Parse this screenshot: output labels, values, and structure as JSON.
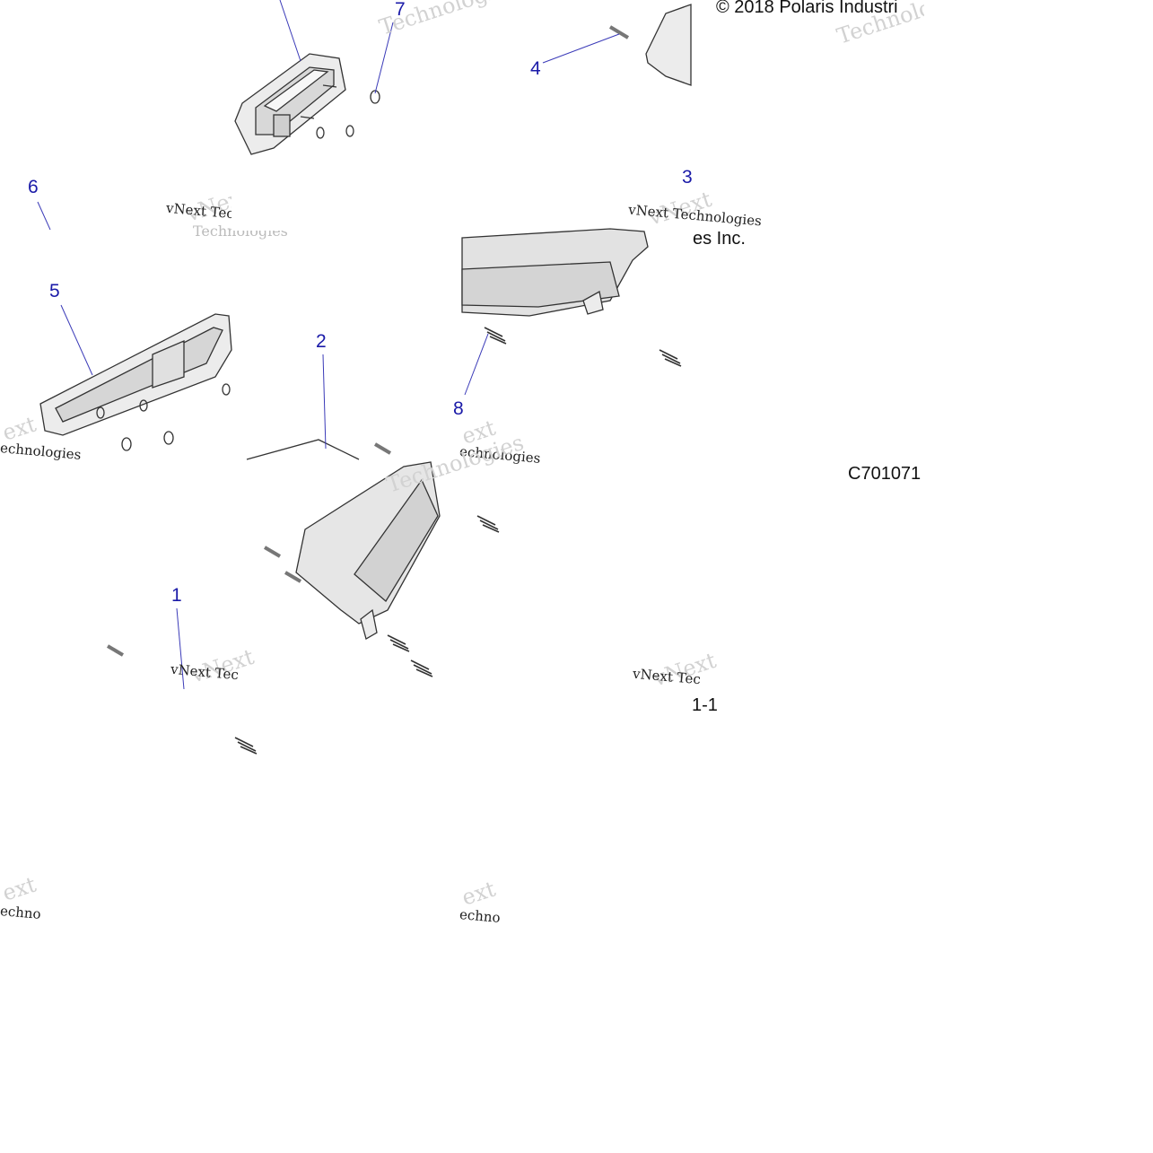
{
  "callouts": [
    "1",
    "2",
    "3",
    "4",
    "5",
    "6",
    "7",
    "8"
  ],
  "copyright": "© 2018 Polaris Industri",
  "copyright_fragment": "es Inc.",
  "part_code": "C701071",
  "page_marker": "1-1",
  "watermark": {
    "company": "vNext Technologies",
    "word_next": "vNext",
    "word_tech": "Technologies",
    "short_tec": "vNext Tec",
    "short_ext": "ext",
    "short_techno": "echnologies",
    "short_techn": "echno"
  },
  "colors": {
    "callout": "#1a1aa8",
    "line": "#333333",
    "fill": "#e8e8e8"
  }
}
